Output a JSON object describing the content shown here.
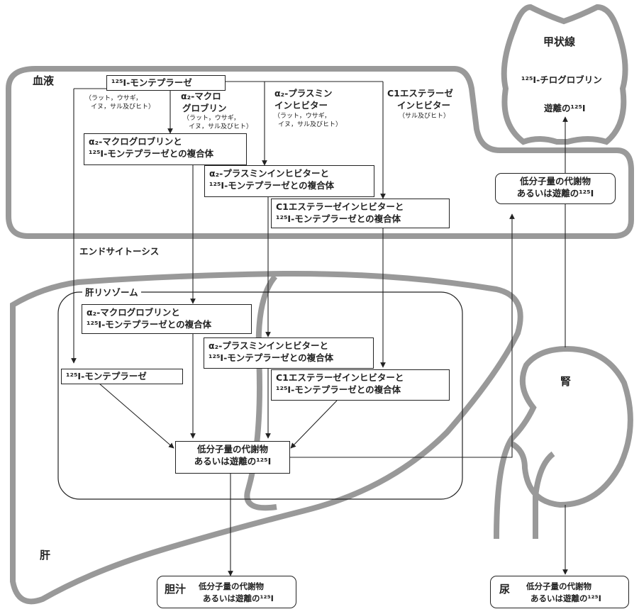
{
  "organs": {
    "blood": "血液",
    "liver": "肝",
    "thyroid": "甲状線",
    "kidney": "腎",
    "liver_lysosome": "肝リソゾーム",
    "bile": "胆汁",
    "urine": "尿"
  },
  "blood": {
    "tracer": "¹²⁵I-モンテプラーゼ",
    "species_left": [
      "（ラット，ウサギ，",
      "イヌ，サル及びヒト）"
    ],
    "a2m": [
      "α₂-マクロ",
      "グロブリン"
    ],
    "a2m_species": [
      "（ラット，ウサギ，",
      "イヌ，サル及びヒト）"
    ],
    "a2pi": [
      "α₂-プラスミン",
      "インヒビター"
    ],
    "a2pi_species": [
      "（ラット，ウサギ，",
      "イヌ，サル及びヒト）"
    ],
    "c1": [
      "C1エステラーゼ",
      "インヒビター"
    ],
    "c1_species": "（サル及びヒト）",
    "complex_a2m": [
      "α₂-マクログロブリンと",
      "¹²⁵I-モンテプラーゼとの複合体"
    ],
    "complex_a2pi": [
      "α₂-プラスミンインヒビターと",
      "¹²⁵I-モンテプラーゼとの複合体"
    ],
    "complex_c1": [
      "C1エステラーゼインヒビターと",
      "¹²⁵I-モンテプラーゼとの複合体"
    ]
  },
  "endocytosis": "エンドサイトーシス",
  "liver_boxes": {
    "complex_a2m": [
      "α₂-マクログロブリンと",
      "¹²⁵I-モンテプラーゼとの複合体"
    ],
    "complex_a2pi": [
      "α₂-プラスミンインヒビターと",
      "¹²⁵I-モンテプラーゼとの複合体"
    ],
    "complex_c1": [
      "C1エステラーゼインヒビターと",
      "¹²⁵I-モンテプラーゼとの複合体"
    ],
    "free": "¹²⁵I-モンテプラーゼ",
    "metabolite": [
      "低分子量の代謝物",
      "あるいは遊離の¹²⁵I"
    ]
  },
  "kidney_metabolite": [
    "低分子量の代謝物",
    "あるいは遊離の¹²⁵I"
  ],
  "thyroid": {
    "thyroglobulin": "¹²⁵I-チログロブリン",
    "free_iodine": "遊離の¹²⁵I"
  },
  "bile_text": [
    "低分子量の代謝物",
    "あるいは遊離の¹²⁵I"
  ],
  "urine_text": [
    "低分子量の代謝物",
    "あるいは遊離の¹²⁵I"
  ]
}
